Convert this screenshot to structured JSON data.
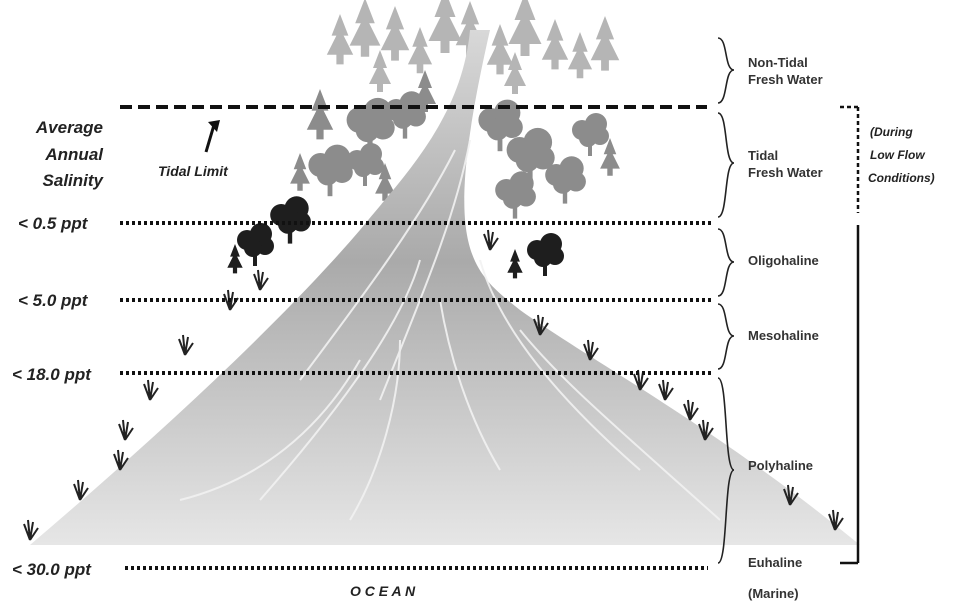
{
  "salinity_header": [
    "Average",
    "Annual",
    "Salinity"
  ],
  "tidal_limit": "Tidal Limit",
  "ppt_levels": [
    "< 0.5 ppt",
    "< 5.0 ppt",
    "< 18.0 ppt",
    "< 30.0 ppt"
  ],
  "zones": {
    "non_tidal": [
      "Non-Tidal",
      "Fresh Water"
    ],
    "tidal_fresh": [
      "Tidal",
      "Fresh Water"
    ],
    "oligohaline": "Oligohaline",
    "mesohaline": "Mesohaline",
    "polyhaline": "Polyhaline",
    "euhaline": "Euhaline",
    "marine": "(Marine)"
  },
  "low_flow_note": [
    "(During",
    "Low Flow",
    "Conditions)"
  ],
  "ocean": "O C E A N"
}
